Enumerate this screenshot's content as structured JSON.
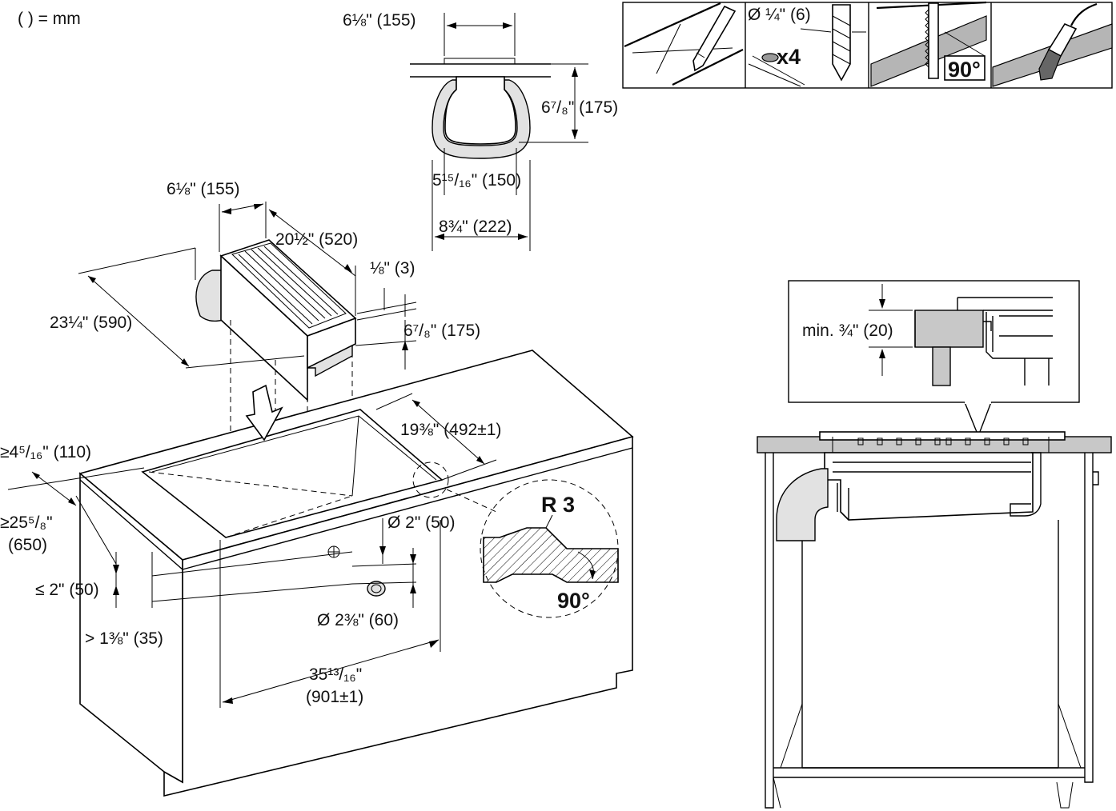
{
  "legend": {
    "units_note": "( ) = mm"
  },
  "duct_section": {
    "top_width": "6⅛\" (155)",
    "height": "6⁷/₈\" (175)",
    "inner_width": "5¹⁵/₁₆\" (150)",
    "outer_width": "8¾\" (222)"
  },
  "tool_steps": {
    "drill_label": "Ø ¼\" (6)",
    "drill_count": "x4",
    "saw_angle": "90°"
  },
  "unit_dimensions": {
    "width": "6⅛\" (155)",
    "length": "20½\" (520)",
    "depth": "23¼\" (590)",
    "lip": "⅛\" (3)",
    "height": "6⁷/₈\" (175)"
  },
  "cabinet_dimensions": {
    "cutout_depth": "19⅜\" (492±1)",
    "front_edge": "≥4⁵/₁₆\" (110)",
    "counter_depth_line1": "≥25⁵/₈\"",
    "counter_depth_line2": "(650)",
    "rail_gap": "≤ 2\" (50)",
    "hole_offset": "> 1⅜\" (35)",
    "small_hole": "Ø 2\" (50)",
    "large_hole": "Ø 2⅜\" (60)",
    "cutout_width_line1": "35¹³/₁₆\"",
    "cutout_width_line2": "(901±1)"
  },
  "edge_detail": {
    "radius": "R 3",
    "angle": "90°"
  },
  "cross_section": {
    "min_thickness": "min. ¾\" (20)"
  }
}
